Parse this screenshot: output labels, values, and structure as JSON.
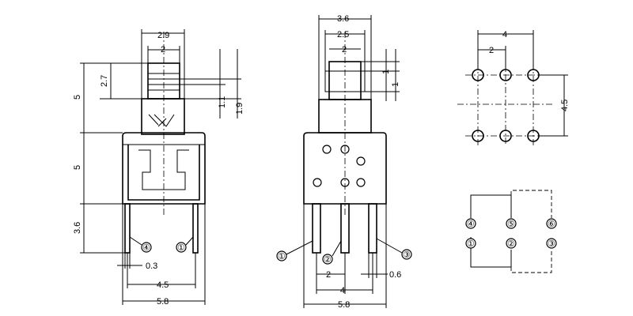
{
  "left_view": {
    "dims": {
      "top_w_outer": "2.9",
      "top_w_inner": "2",
      "h_upper": "5",
      "h_mid": "5",
      "h_pin": "3.6",
      "stem_h": "2.7",
      "step_a": "1.1",
      "step_b": "1.9",
      "pin_w": "0.3",
      "pin_pitch": "4.5",
      "body_w": "5.8"
    },
    "pin_labels": [
      "④",
      "①"
    ]
  },
  "middle_view": {
    "dims": {
      "top_w_outer": "3.6",
      "top_w_mid": "2.5",
      "top_w_inner": "2",
      "step_1": "1",
      "step_2": "1",
      "pin_pitch_small": "2",
      "pin_pitch": "4",
      "pin_w": "0.6",
      "body_w": "5.8"
    },
    "pin_labels": [
      "①",
      "②",
      "③"
    ]
  },
  "footprint": {
    "dims": {
      "pitch_total": "4",
      "pitch": "2",
      "row_spacing": "4.5"
    }
  },
  "schematic": {
    "top_row": [
      "④",
      "⑤",
      "⑥"
    ],
    "bottom_row": [
      "①",
      "②",
      "③"
    ]
  }
}
